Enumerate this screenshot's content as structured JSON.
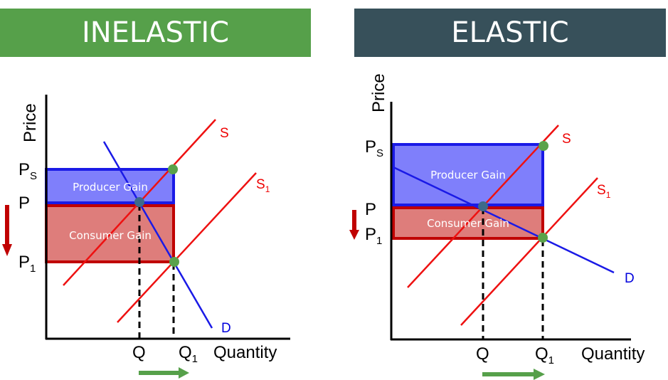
{
  "panels": [
    {
      "title": "INELASTIC",
      "color": "#56a04a",
      "y_axis": "Price",
      "x_axis": "Quantity",
      "price_labels": {
        "ps": "P",
        "ps_sub": "S",
        "p": "P",
        "p1": "P",
        "p1_sub": "1"
      },
      "qty_labels": {
        "q": "Q",
        "q1": "Q",
        "q1_sub": "1"
      },
      "curves": {
        "s": "S",
        "s1": "S",
        "s1_sub": "1",
        "d": "D"
      },
      "producer_gain": "Producer Gain",
      "consumer_gain": "Consumer Gain"
    },
    {
      "title": "ELASTIC",
      "color": "#37505a",
      "y_axis": "Price",
      "x_axis": "Quantity",
      "price_labels": {
        "ps": "P",
        "ps_sub": "S",
        "p": "P",
        "p1": "P",
        "p1_sub": "1"
      },
      "qty_labels": {
        "q": "Q",
        "q1": "Q",
        "q1_sub": "1"
      },
      "curves": {
        "s": "S",
        "s1": "S",
        "s1_sub": "1",
        "d": "D"
      },
      "producer_gain": "Producer Gain",
      "consumer_gain": "Consumer Gain"
    }
  ],
  "colors": {
    "supply": "#ee1111",
    "demand": "#1a1ae6",
    "producer_fill": "#7f7ffb",
    "consumer_fill": "#de7d7b",
    "dot": "#5aa24a",
    "arrow_down": "#c00000",
    "arrow_right": "#56a04a"
  }
}
